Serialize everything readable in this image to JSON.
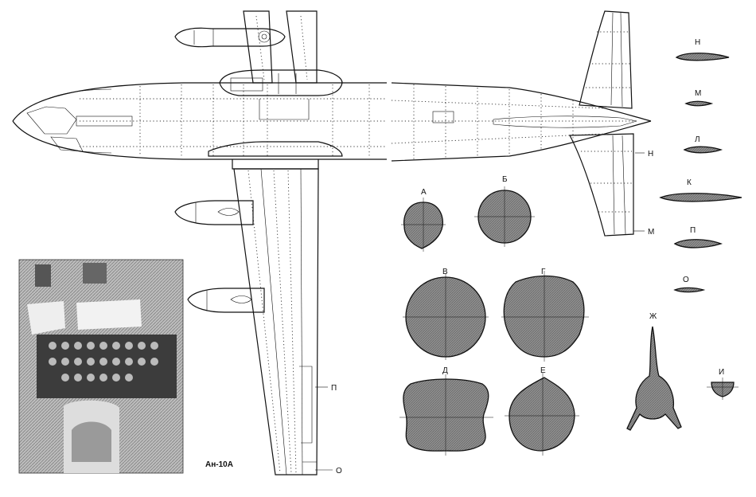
{
  "caption": "Ан-10А",
  "fuselage_sections": [
    {
      "letter": "А"
    },
    {
      "letter": "Б"
    },
    {
      "letter": "В"
    },
    {
      "letter": "Г"
    },
    {
      "letter": "Д"
    },
    {
      "letter": "Е"
    },
    {
      "letter": "Ж"
    },
    {
      "letter": "И"
    }
  ],
  "airfoil_sections": [
    {
      "letter": "Н"
    },
    {
      "letter": "М"
    },
    {
      "letter": "Л"
    },
    {
      "letter": "К"
    },
    {
      "letter": "П"
    },
    {
      "letter": "О"
    }
  ],
  "station_markers": [
    {
      "letter": "Н"
    },
    {
      "letter": "М"
    },
    {
      "letter": "П"
    },
    {
      "letter": "О"
    }
  ],
  "colors": {
    "ink": "#111111",
    "section_fill": "#8a8a8a",
    "paper": "#ffffff"
  }
}
